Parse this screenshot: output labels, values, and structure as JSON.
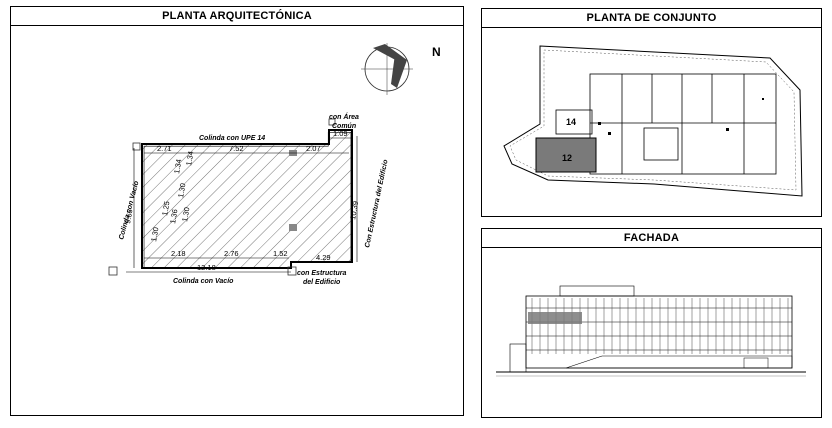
{
  "panels": {
    "floor_plan": {
      "title": "PLANTA ARQUITECTÓNICA",
      "north_label": "N",
      "labels": {
        "top_neighbor": "Colinda con UPE 14",
        "left_neighbor": "Colinda con Vacío",
        "bottom_neighbor": "Colinda con Vacío",
        "right_neighbor": "Con Estructura del Edificio",
        "common_area_line1": "con Área",
        "common_area_line2": "Común",
        "bottom_right_line1": "con Estructura",
        "bottom_right_line2": "del Edificio"
      },
      "dimensions": {
        "top_left": "2.71",
        "top_mid": "7.52",
        "top_right": "2.07",
        "notch": "1.09",
        "left": "9.63",
        "right": "10.39",
        "bottom_a": "2.18",
        "bottom_b": "2.76",
        "bottom_c": "1.52",
        "bottom_total": "12.18",
        "bottom_right": "4.29",
        "inner_1": "1.34",
        "inner_2": "1.30",
        "inner_3": "1.25",
        "inner_4": "1.30",
        "inner_5": "1.34",
        "inner_6": "1.30",
        "inner_7": "1.36"
      }
    },
    "site_plan": {
      "title": "PLANTA DE CONJUNTO",
      "unit_14": "14",
      "unit_12": "12",
      "highlight_color": "#7a7a7a"
    },
    "facade": {
      "title": "FACHADA"
    }
  }
}
